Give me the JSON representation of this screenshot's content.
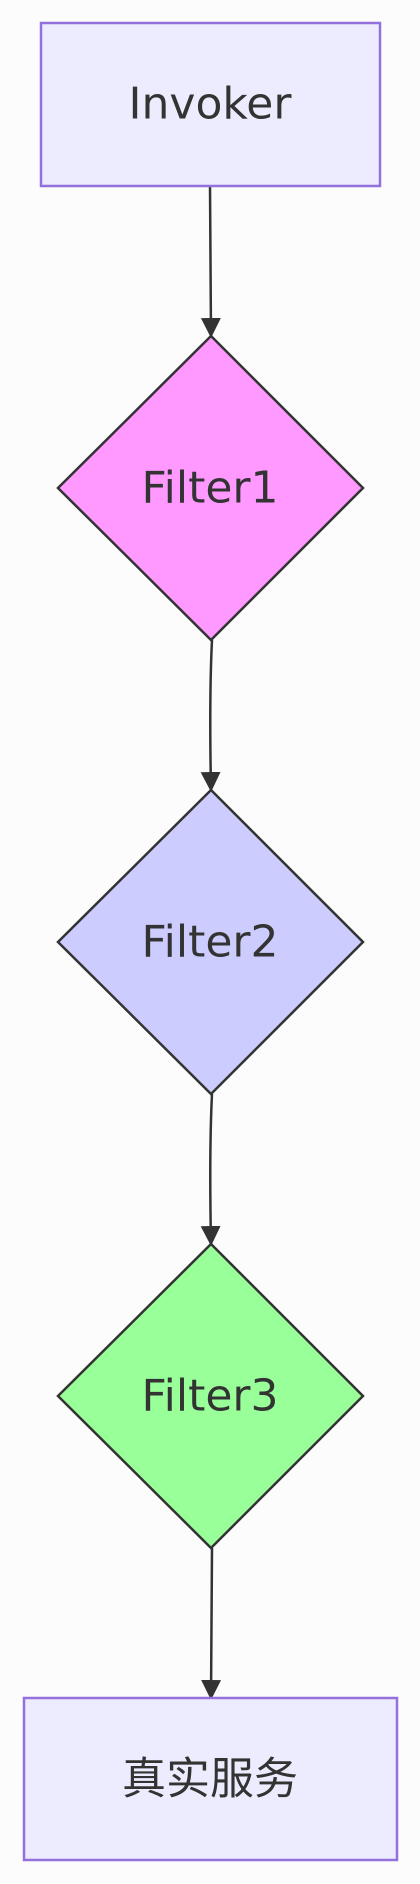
{
  "diagram": {
    "type": "flowchart",
    "direction": "top-down",
    "nodes": [
      {
        "id": "invoker",
        "label": "Invoker",
        "shape": "rect",
        "fill": "#ececfe",
        "stroke": "#9370db"
      },
      {
        "id": "filter1",
        "label": "Filter1",
        "shape": "diamond",
        "fill": "#ff99ff",
        "stroke": "#333333"
      },
      {
        "id": "filter2",
        "label": "Filter2",
        "shape": "diamond",
        "fill": "#ccccff",
        "stroke": "#333333"
      },
      {
        "id": "filter3",
        "label": "Filter3",
        "shape": "diamond",
        "fill": "#99ff99",
        "stroke": "#333333"
      },
      {
        "id": "real-service",
        "label": "真实服务",
        "shape": "rect",
        "fill": "#ececfe",
        "stroke": "#9370db"
      }
    ],
    "edges": [
      {
        "from": "invoker",
        "to": "filter1"
      },
      {
        "from": "filter1",
        "to": "filter2"
      },
      {
        "from": "filter2",
        "to": "filter3"
      },
      {
        "from": "filter3",
        "to": "real-service"
      }
    ]
  }
}
